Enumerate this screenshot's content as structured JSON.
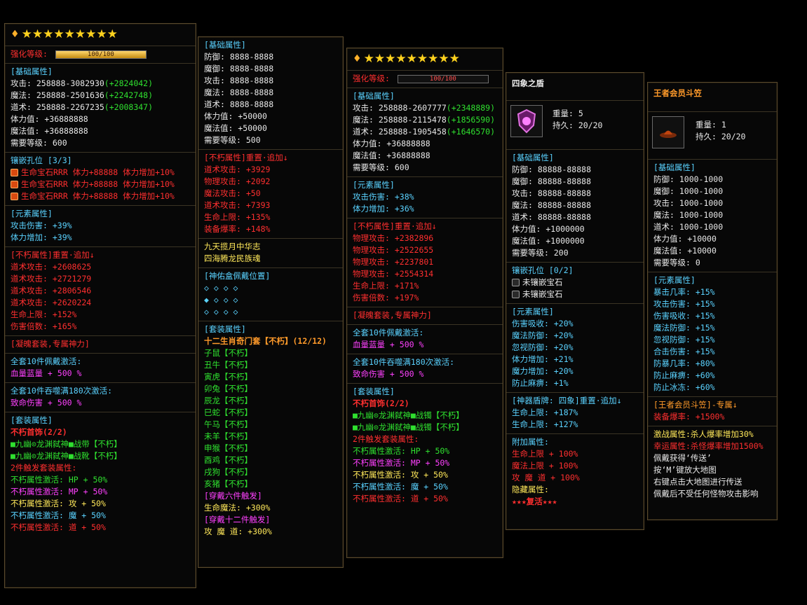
{
  "p1": {
    "stars": 9,
    "enhance_label": "强化等级:",
    "enhance_value": "100/100",
    "enhance_fraction": 1.0,
    "base_title": "[基础属性]",
    "base": [
      {
        "k": "攻击: ",
        "v": "258888-3082930",
        "e": "(+2824042)"
      },
      {
        "k": "魔法: ",
        "v": "258888-2501636",
        "e": "(+2242748)"
      },
      {
        "k": "道术: ",
        "v": "258888-2267235",
        "e": "(+2008347)"
      },
      {
        "k": "体力值: ",
        "v": "+36888888",
        "e": ""
      },
      {
        "k": "魔法值: ",
        "v": "+36888888",
        "e": ""
      },
      {
        "k": "需要等级: ",
        "v": "600",
        "e": ""
      }
    ],
    "socket_title": "镶嵌孔位 [3/3]",
    "sockets": [
      "生命宝石RRR 体力+88888 体力增加+10%",
      "生命宝石RRR 体力+88888 体力增加+10%",
      "生命宝石RRR 体力+88888 体力增加+10%"
    ],
    "elem_title": "[元素属性]",
    "elem": [
      "攻击伤害: +39%",
      "体力增加: +39%"
    ],
    "immortal_title": "[不朽属性]重置·追加↓",
    "immortal": [
      "道术攻击: +2608625",
      "道术攻击: +2721279",
      "道术攻击: +2806546",
      "道术攻击: +2620224",
      "生命上限: +152%",
      "伤害倍数: +165%"
    ],
    "set_god": "[凝魄套装,专属神力]",
    "set10a": "全套10件佩戴激活:",
    "set10a_v": "血量蓝量 + 500 %",
    "set10b": "全套10件吞噬满180次激活:",
    "set10b_v": "致命伤害 + 500 %",
    "suit_title": "[套装属性]",
    "suit_name": "不朽首饰(2/2)",
    "suit_items": [
      "■九幽⊙龙渊弑神■战带【不朽】",
      "■九幽⊙龙渊弑神■战靴【不朽】"
    ],
    "suit_trigger": "2件触发套装属性:",
    "suit_effects": [
      {
        "t": "不朽属性激活: HP + 50%",
        "c": "g"
      },
      {
        "t": "不朽属性激活: MP + 50%",
        "c": "m"
      },
      {
        "t": "不朽属性激活: 攻 + 50%",
        "c": "y"
      },
      {
        "t": "不朽属性激活: 魔 + 50%",
        "c": "c"
      },
      {
        "t": "不朽属性激活: 道 + 50%",
        "c": "r"
      }
    ]
  },
  "p2": {
    "base_title": "[基础属性]",
    "base": [
      "防御: 8888-8888",
      "魔御: 8888-8888",
      "攻击: 8888-8888",
      "魔法: 8888-8888",
      "道术: 8888-8888",
      "体力值: +50000",
      "魔法值: +50000",
      "需要等级: 500"
    ],
    "immortal_title": "[不朽属性]重置·追加↓",
    "immortal": [
      "道术攻击: +3929",
      "物理攻击: +2092",
      "魔法攻击: +50",
      "道术攻击: +7393",
      "生命上限: +135%",
      "装备爆率: +148%"
    ],
    "lore": [
      "九天揽月中华志",
      "四海腾龙民族魂"
    ],
    "box_title": "[神佑盒佩戴位置]",
    "box_rows": [
      "◇ ◇ ◇ ◇",
      "◆ ◇ ◇ ◇",
      "◇ ◇ ◇ ◇"
    ],
    "suit_title": "[套装属性]",
    "suit_name": "十二生肖奇门套【不朽】(12/12)",
    "zodiac": [
      "子鼠【不朽】",
      "丑牛【不朽】",
      "寅虎【不朽】",
      "卯兔【不朽】",
      "辰龙【不朽】",
      "巳蛇【不朽】",
      "午马【不朽】",
      "未羊【不朽】",
      "申猴【不朽】",
      "酉鸡【不朽】",
      "戌狗【不朽】",
      "亥猪【不朽】"
    ],
    "six_title": "[穿戴六件触发]",
    "six_v": "生命魔法: +300%",
    "twelve_title": "[穿戴十二件触发]",
    "twelve_v": "攻 魔 道: +300%"
  },
  "p3": {
    "stars": 9,
    "enhance_label": "强化等级:",
    "enhance_value": "100/100",
    "base_title": "[基础属性]",
    "base": [
      {
        "k": "攻击: ",
        "v": "258888-2607777",
        "e": "(+2348889)"
      },
      {
        "k": "魔法: ",
        "v": "258888-2115478",
        "e": "(+1856590)"
      },
      {
        "k": "道术: ",
        "v": "258888-1905458",
        "e": "(+1646570)"
      },
      {
        "k": "体力值: ",
        "v": "+36888888",
        "e": ""
      },
      {
        "k": "魔法值: ",
        "v": "+36888888",
        "e": ""
      },
      {
        "k": "需要等级: ",
        "v": "600",
        "e": ""
      }
    ],
    "elem_title": "[元素属性]",
    "elem": [
      "攻击伤害: +38%",
      "体力增加: +36%"
    ],
    "immortal_title": "[不朽属性]重置·追加↓",
    "immortal": [
      "物理攻击: +2382896",
      "物理攻击: +2522655",
      "物理攻击: +2237801",
      "物理攻击: +2554314",
      "生命上限: +171%",
      "伤害倍数: +197%"
    ],
    "set_god": "[凝魄套装,专属神力]",
    "set10a": "全套10件佩戴激活:",
    "set10a_v": "血量蓝量 + 500 %",
    "set10b": "全套10件吞噬满180次激活:",
    "set10b_v": "致命伤害 + 500 %",
    "suit_title": "[套装属性]",
    "suit_name": "不朽首饰(2/2)",
    "suit_items": [
      "■九幽⊙龙渊弑神■战镯【不朽】",
      "■九幽⊙龙渊弑神■战镯【不朽】"
    ],
    "suit_trigger": "2件触发套装属性:",
    "suit_effects": [
      {
        "t": "不朽属性激活: HP + 50%",
        "c": "g"
      },
      {
        "t": "不朽属性激活: MP + 50%",
        "c": "m"
      },
      {
        "t": "不朽属性激活: 攻 + 50%",
        "c": "y"
      },
      {
        "t": "不朽属性激活: 魔 + 50%",
        "c": "c"
      },
      {
        "t": "不朽属性激活: 道 + 50%",
        "c": "r"
      }
    ]
  },
  "p4": {
    "title": "四象之盾",
    "weight": "重量: 5",
    "durability": "持久: 20/20",
    "base_title": "[基础属性]",
    "base": [
      "防御: 88888-88888",
      "魔御: 88888-88888",
      "攻击: 88888-88888",
      "魔法: 88888-88888",
      "道术: 88888-88888",
      "体力值: +1000000",
      "魔法值: +1000000",
      "需要等级: 200"
    ],
    "socket_title": "镶嵌孔位 [0/2]",
    "sockets": [
      "未镶嵌宝石",
      "未镶嵌宝石"
    ],
    "elem_title": "[元素属性]",
    "elem": [
      "伤害吸收: +20%",
      "魔法防御: +20%",
      "忽视防御: +20%",
      "体力增加: +21%",
      "魔力增加: +20%",
      "防止麻痹: +1%"
    ],
    "artifact_title": "[神器盾牌: 四象]重置·追加↓",
    "artifact": [
      "生命上限: +187%",
      "生命上限: +127%"
    ],
    "extra_title": "附加属性:",
    "extra": [
      "生命上限 + 100%",
      "魔法上限 + 100%",
      "攻 魔 道 + 100%"
    ],
    "hidden_title": "隐藏属性:",
    "hidden_v": "★★★复活★★★"
  },
  "p5": {
    "title": "王者会员斗笠",
    "weight": "重量: 1",
    "durability": "持久: 20/20",
    "base_title": "[基础属性]",
    "base": [
      "防御: 1000-1000",
      "魔御: 1000-1000",
      "攻击: 1000-1000",
      "魔法: 1000-1000",
      "道术: 1000-1000",
      "体力值: +10000",
      "魔法值: +10000",
      "需要等级: 0"
    ],
    "elem_title": "[元素属性]",
    "elem": [
      "暴击几率: +15%",
      "攻击伤害: +15%",
      "伤害吸收: +15%",
      "魔法防御: +15%",
      "忽视防御: +15%",
      "合击伤害: +15%",
      "防暴几率: +80%",
      "防止麻痹: +60%",
      "防止冰冻: +60%"
    ],
    "vip_title": "[王者会员斗笠]-专属↓",
    "vip_v": "装备爆率: +1500%",
    "notes": [
      {
        "t": "激战属性:杀人爆率增加30%",
        "c": "y"
      },
      {
        "t": "幸运属性:杀怪爆率增加1500%",
        "c": "r"
      },
      {
        "t": "佩戴获得‘传送’",
        "c": "w"
      },
      {
        "t": "按‘M’键放大地图",
        "c": "w"
      },
      {
        "t": "右键点击大地图进行传送",
        "c": "w"
      },
      {
        "t": "佩戴后不受任何怪物攻击影响",
        "c": "w"
      }
    ]
  },
  "colors": {
    "accent": "#ffd21e",
    "border": "#5a4a2e",
    "cyan": "#5ad2ff",
    "red": "#ff2f2f",
    "green": "#2fe02f",
    "magenta": "#ff40ff",
    "yellow": "#ffe85a"
  }
}
